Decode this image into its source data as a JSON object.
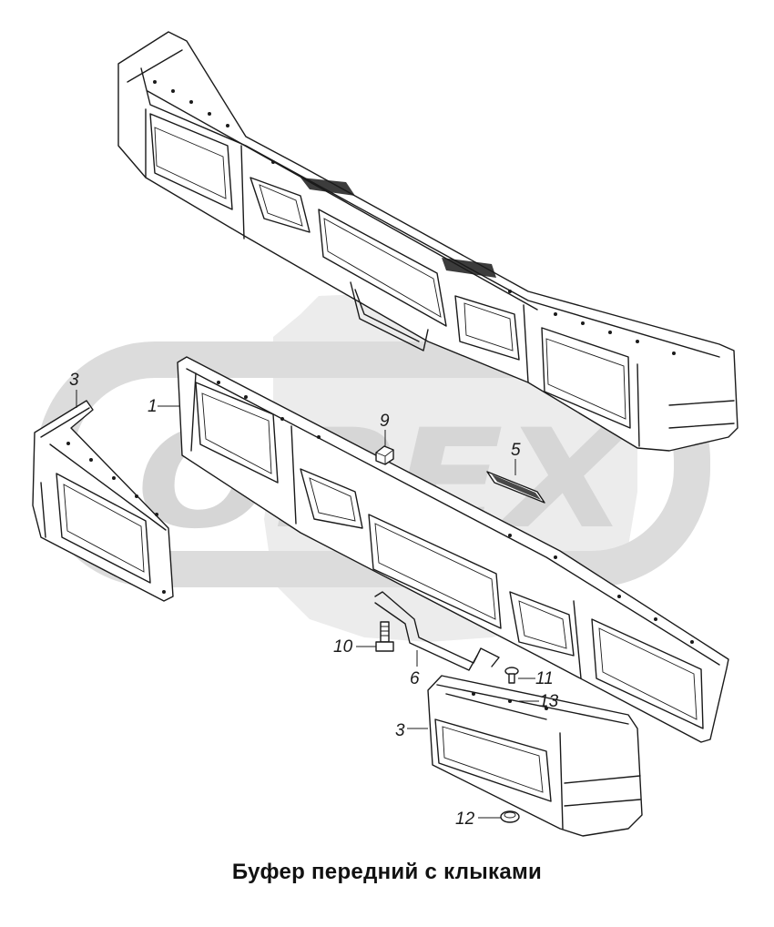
{
  "title": "Буфер передний с клыками",
  "watermark": {
    "text": "OPEX",
    "color": "#d6d6d6"
  },
  "callouts": {
    "c1": "1",
    "c3a": "3",
    "c3b": "3",
    "c5": "5",
    "c6": "6",
    "c9": "9",
    "c10": "10",
    "c11": "11",
    "c12": "12",
    "c13": "13"
  }
}
